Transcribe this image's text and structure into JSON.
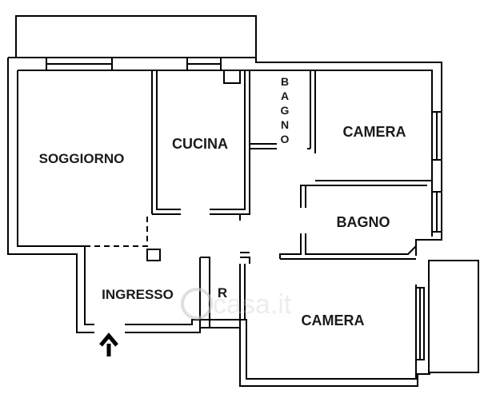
{
  "rooms": {
    "soggiorno": "SOGGIORNO",
    "cucina": "CUCINA",
    "bagno_vertical": [
      "B",
      "A",
      "G",
      "N",
      "O"
    ],
    "camera_top": "CAMERA",
    "bagno": "BAGNO",
    "ingresso": "INGRESSO",
    "ripostiglio": "R",
    "camera_bottom": "CAMERA"
  },
  "watermark": "casa.it",
  "entrance_icon": "up-arrow-icon",
  "colors": {
    "wall": "#000000",
    "background": "#ffffff",
    "label": "#1a1a1a"
  }
}
